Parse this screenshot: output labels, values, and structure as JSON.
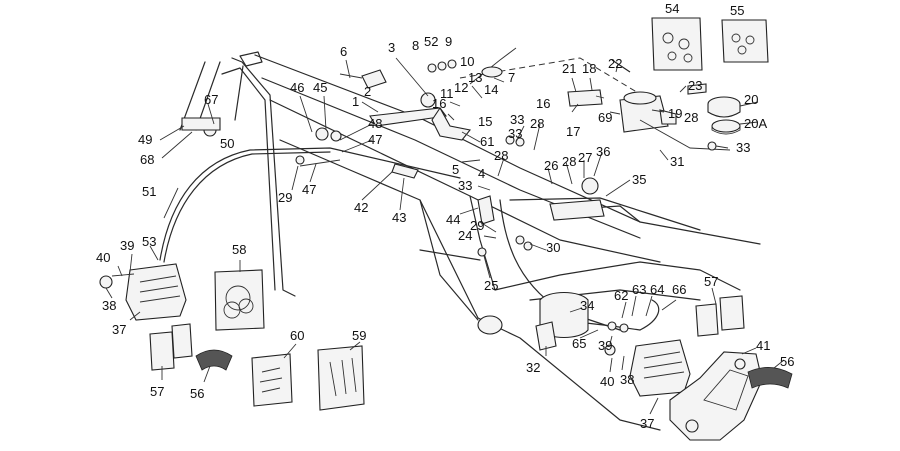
{
  "labels": [
    {
      "id": "l54",
      "text": "54"
    },
    {
      "id": "l55",
      "text": "55"
    },
    {
      "id": "l52",
      "text": "52"
    },
    {
      "id": "l8",
      "text": "8"
    },
    {
      "id": "l9",
      "text": "9"
    },
    {
      "id": "l10",
      "text": "10"
    },
    {
      "id": "l11",
      "text": "11"
    },
    {
      "id": "l12",
      "text": "12"
    },
    {
      "id": "l13",
      "text": "13"
    },
    {
      "id": "l7",
      "text": "7"
    },
    {
      "id": "l14",
      "text": "14"
    },
    {
      "id": "l15",
      "text": "15"
    },
    {
      "id": "l16a",
      "text": "16"
    },
    {
      "id": "l3",
      "text": "3"
    },
    {
      "id": "l6",
      "text": "6"
    },
    {
      "id": "l1",
      "text": "1"
    },
    {
      "id": "l2",
      "text": "2"
    },
    {
      "id": "l21",
      "text": "21"
    },
    {
      "id": "l18",
      "text": "18"
    },
    {
      "id": "l22",
      "text": "22"
    },
    {
      "id": "l23",
      "text": "23"
    },
    {
      "id": "l20",
      "text": "20"
    },
    {
      "id": "l20A",
      "text": "20A"
    },
    {
      "id": "l16b",
      "text": "16"
    },
    {
      "id": "l17",
      "text": "17"
    },
    {
      "id": "l19",
      "text": "19"
    },
    {
      "id": "l69",
      "text": "69"
    },
    {
      "id": "l28a",
      "text": "28"
    },
    {
      "id": "l33a",
      "text": "33"
    },
    {
      "id": "l31",
      "text": "31"
    },
    {
      "id": "l67",
      "text": "67"
    },
    {
      "id": "l46",
      "text": "46"
    },
    {
      "id": "l45",
      "text": "45"
    },
    {
      "id": "l48",
      "text": "48"
    },
    {
      "id": "l47a",
      "text": "47"
    },
    {
      "id": "l49",
      "text": "49"
    },
    {
      "id": "l50",
      "text": "50"
    },
    {
      "id": "l68",
      "text": "68"
    },
    {
      "id": "l61",
      "text": "61"
    },
    {
      "id": "l5",
      "text": "5"
    },
    {
      "id": "l33b",
      "text": "33"
    },
    {
      "id": "l28b",
      "text": "28"
    },
    {
      "id": "l28c",
      "text": "28"
    },
    {
      "id": "l26",
      "text": "26"
    },
    {
      "id": "l28d",
      "text": "28"
    },
    {
      "id": "l27",
      "text": "27"
    },
    {
      "id": "l36",
      "text": "36"
    },
    {
      "id": "l4",
      "text": "4"
    },
    {
      "id": "l33c",
      "text": "33"
    },
    {
      "id": "l35",
      "text": "35"
    },
    {
      "id": "l51",
      "text": "51"
    },
    {
      "id": "l29a",
      "text": "29"
    },
    {
      "id": "l47b",
      "text": "47"
    },
    {
      "id": "l42",
      "text": "42"
    },
    {
      "id": "l43",
      "text": "43"
    },
    {
      "id": "l44",
      "text": "44"
    },
    {
      "id": "l29b",
      "text": "29"
    },
    {
      "id": "l24",
      "text": "24"
    },
    {
      "id": "l30",
      "text": "30"
    },
    {
      "id": "l25",
      "text": "25"
    },
    {
      "id": "l40a",
      "text": "40"
    },
    {
      "id": "l39a",
      "text": "39"
    },
    {
      "id": "l53",
      "text": "53"
    },
    {
      "id": "l38a",
      "text": "38"
    },
    {
      "id": "l37a",
      "text": "37"
    },
    {
      "id": "l58",
      "text": "58"
    },
    {
      "id": "l57a",
      "text": "57"
    },
    {
      "id": "l56a",
      "text": "56"
    },
    {
      "id": "l60",
      "text": "60"
    },
    {
      "id": "l59",
      "text": "59"
    },
    {
      "id": "l62",
      "text": "62"
    },
    {
      "id": "l63",
      "text": "63"
    },
    {
      "id": "l64",
      "text": "64"
    },
    {
      "id": "l66",
      "text": "66"
    },
    {
      "id": "l34",
      "text": "34"
    },
    {
      "id": "l57b",
      "text": "57"
    },
    {
      "id": "l65",
      "text": "65"
    },
    {
      "id": "l39b",
      "text": "39"
    },
    {
      "id": "l32",
      "text": "32"
    },
    {
      "id": "l40b",
      "text": "40"
    },
    {
      "id": "l38b",
      "text": "38"
    },
    {
      "id": "l41",
      "text": "41"
    },
    {
      "id": "l56b",
      "text": "56"
    },
    {
      "id": "l37b",
      "text": "37"
    },
    {
      "id": "l33d",
      "text": "33"
    }
  ]
}
